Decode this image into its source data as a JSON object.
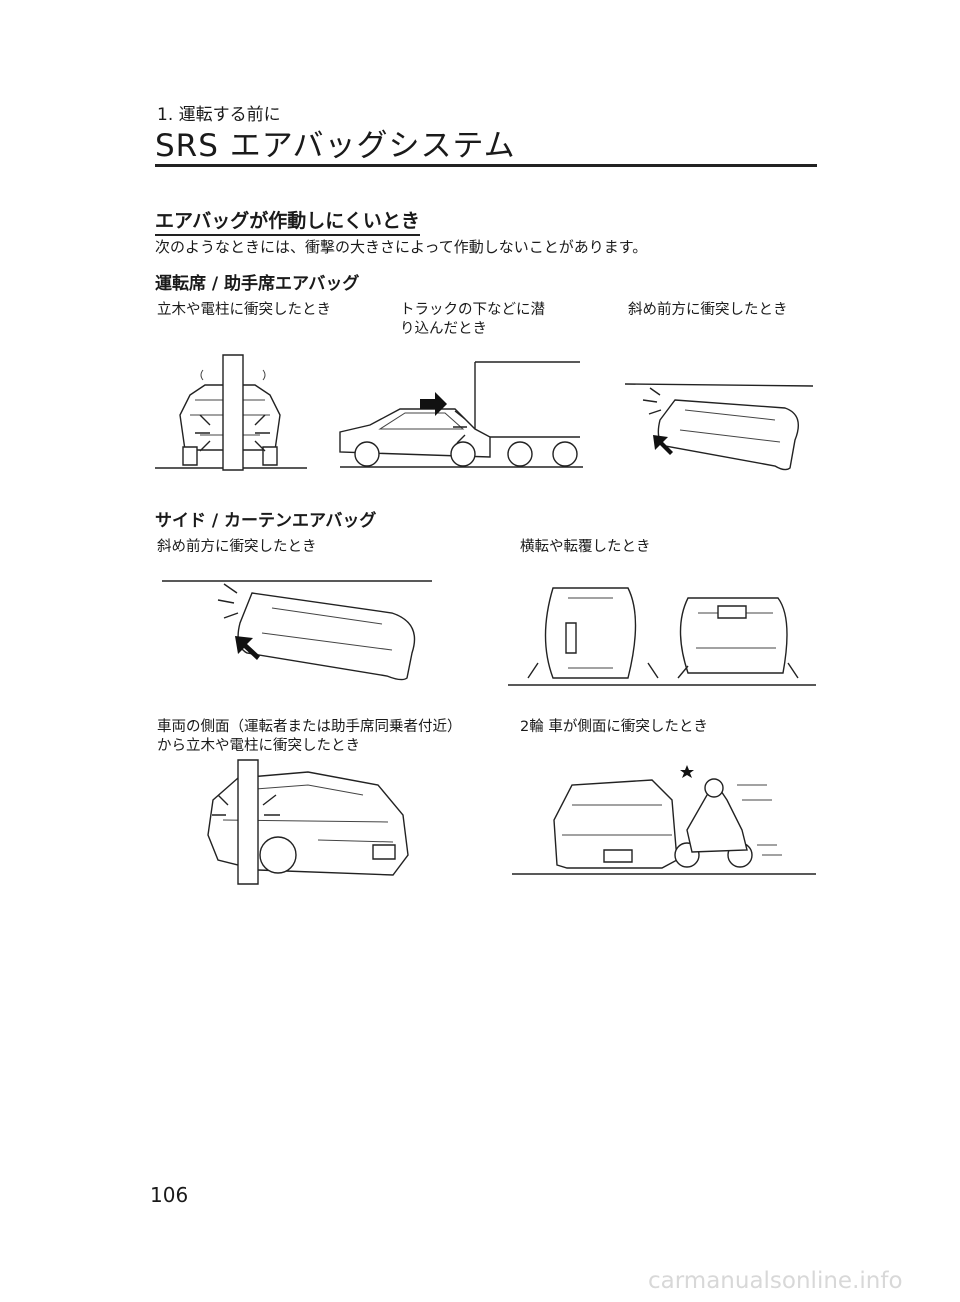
{
  "header": {
    "breadcrumb": "1. 運転する前に",
    "title": "SRS エアバッグシステム"
  },
  "section": {
    "heading": "エアバッグが作動しにくいとき",
    "intro": "次のようなときには、衝撃の大きさによって作動しないことがあります。"
  },
  "front_airbags": {
    "heading": "運転席 / 助手席エアバッグ",
    "captions": [
      "立木や電柱に衝突したとき",
      "トラックの下などに潜",
      "り込んだとき",
      "斜め前方に衝突したとき"
    ]
  },
  "side_airbags": {
    "heading": "サイド / カーテンエアバッグ",
    "captions": [
      "斜め前方に衝突したとき",
      "横転や転覆したとき",
      "車両の側面（運転者または助手席同乗者付近）",
      "から立木や電柱に衝突したとき",
      "2輪 車が側面に衝突したとき"
    ]
  },
  "footer": {
    "page_number": "106",
    "watermark": "carmanualsonline.info"
  }
}
